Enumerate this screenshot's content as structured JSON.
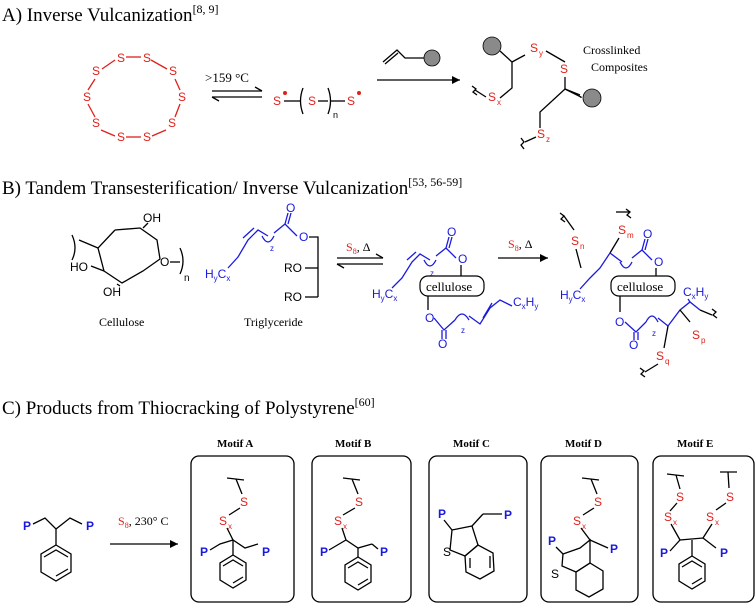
{
  "sections": {
    "a": {
      "title": "A) Inverse Vulcanization",
      "refs": "[8, 9]"
    },
    "b": {
      "title": "B) Tandem Transesterification/ Inverse Vulcanization",
      "refs": "[53, 56-59]"
    },
    "c": {
      "title": "C) Products from Thiocracking of Polystyrene",
      "refs": "[60]"
    }
  },
  "labels": {
    "temperature": ">159 °C",
    "crosslinked_1": "Crosslinked",
    "crosslinked_2": "Composites",
    "cellulose": "Cellulose",
    "triglyceride": "Triglyceride",
    "cellulose_box": "cellulose",
    "s8_delta": "S8, Δ",
    "s8_230": "S8, 230° C",
    "ro": "RO",
    "ho": "HO",
    "oh": "OH",
    "o": "O",
    "n": "n",
    "z": "z",
    "p": "P",
    "s": "S"
  },
  "motifs": [
    "Motif A",
    "Motif B",
    "Motif C",
    "Motif D",
    "Motif E"
  ],
  "colors": {
    "sulfur": "#e0201b",
    "organic": "#1a1adf",
    "bond": "#000000"
  }
}
